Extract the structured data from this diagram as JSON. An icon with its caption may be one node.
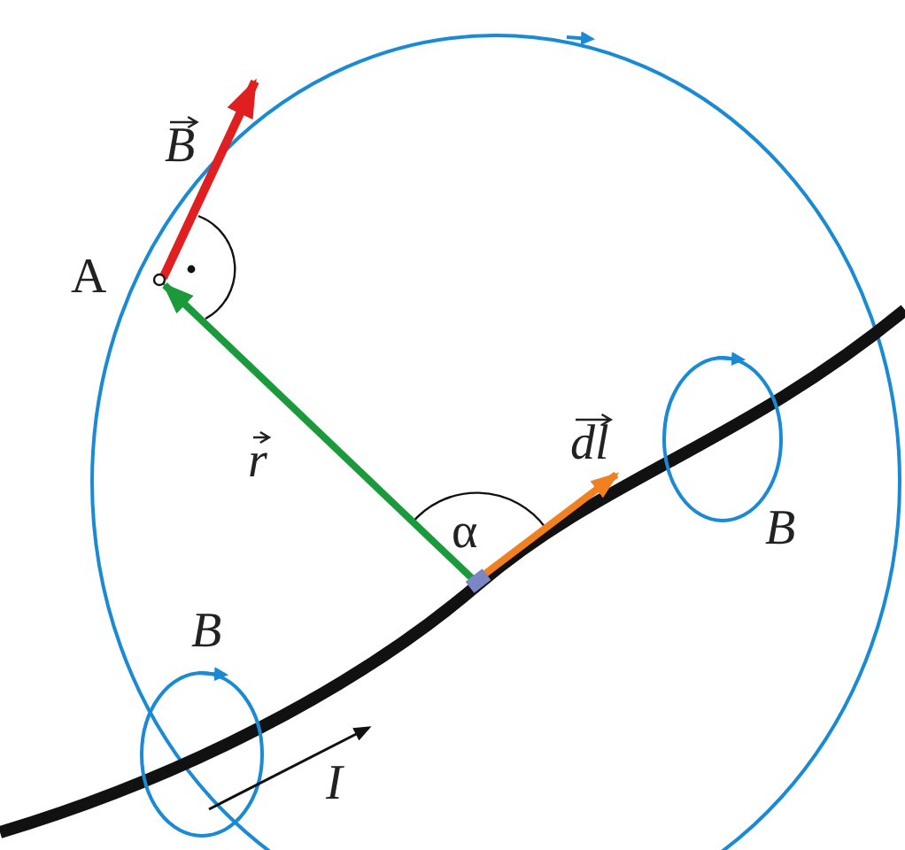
{
  "diagram": {
    "labels": [
      "B",
      "A",
      "r",
      "dl",
      "α",
      "B",
      "B",
      "I"
    ]
  }
}
